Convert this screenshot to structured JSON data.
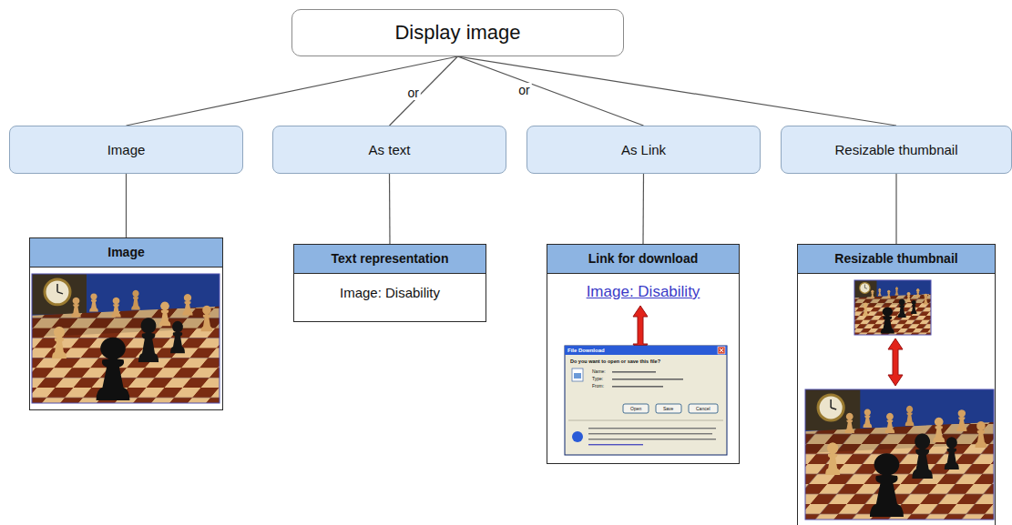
{
  "diagram": {
    "nodes": [
      {
        "text": [
          "Display image"
        ]
      },
      {
        "text": [
          "Image"
        ]
      },
      {
        "text": [
          "As text"
        ]
      },
      {
        "text": [
          "As Link"
        ]
      },
      {
        "text": [
          "Resizable thumbnail"
        ]
      },
      {
        "text": [
          "Image"
        ]
      },
      {
        "text": [
          "Text representation",
          "Image: Disability"
        ]
      },
      {
        "text": [
          "Link for download",
          "Image: Disability"
        ]
      },
      {
        "text": [
          "Resizable thumbnail"
        ]
      }
    ],
    "edges": [
      {
        "from": 0,
        "to": 1,
        "arrow": "none"
      },
      {
        "from": 0,
        "to": 2,
        "label": "or",
        "arrow": "none"
      },
      {
        "from": 0,
        "to": 3,
        "label": "or",
        "arrow": "none"
      },
      {
        "from": 0,
        "to": 4,
        "arrow": "none"
      },
      {
        "from": 1,
        "to": 5,
        "arrow": "none"
      },
      {
        "from": 2,
        "to": 6,
        "arrow": "none"
      },
      {
        "from": 3,
        "to": 7,
        "arrow": "none"
      },
      {
        "from": 4,
        "to": 8,
        "arrow": "none"
      }
    ],
    "labels": [
      "File Download",
      "Do you want to open or save this file?",
      "Name:",
      "Type:",
      "From:",
      "Open",
      "Save",
      "Cancel"
    ]
  }
}
